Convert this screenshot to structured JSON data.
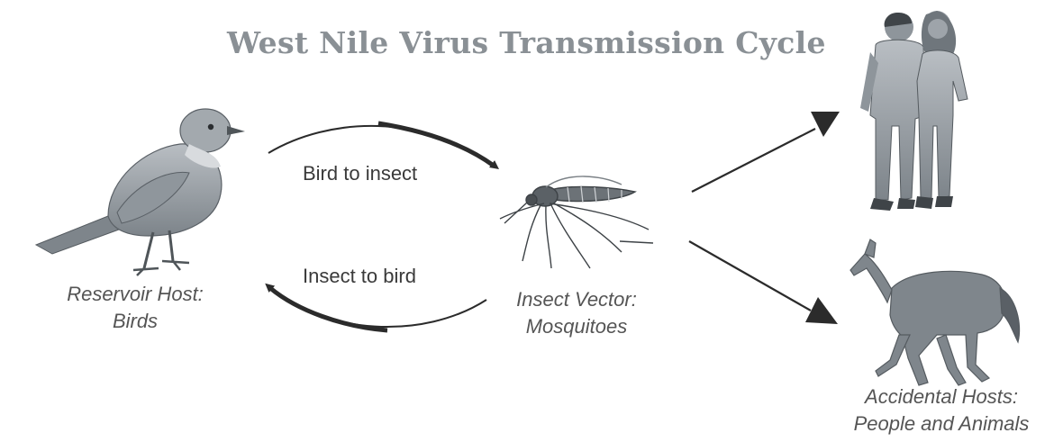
{
  "title": "West Nile Virus Transmission Cycle",
  "arrows": {
    "bird_to_insect": "Bird to insect",
    "insect_to_bird": "Insect to bird"
  },
  "labels": {
    "reservoir": {
      "line1": "Reservoir Host:",
      "line2": "Birds"
    },
    "vector": {
      "line1": "Insect Vector:",
      "line2": "Mosquitoes"
    },
    "accidental": {
      "line1": "Accidental Hosts:",
      "line2": "People and Animals"
    }
  },
  "icons": {
    "bird": "bird-icon",
    "mosquito": "mosquito-icon",
    "people": "people-icon",
    "horse": "horse-icon"
  },
  "colors": {
    "title": "#8a9095",
    "arrow": "#2b2b2b",
    "illustration": "#9aa0a6",
    "illustration_dark": "#5f656b"
  }
}
